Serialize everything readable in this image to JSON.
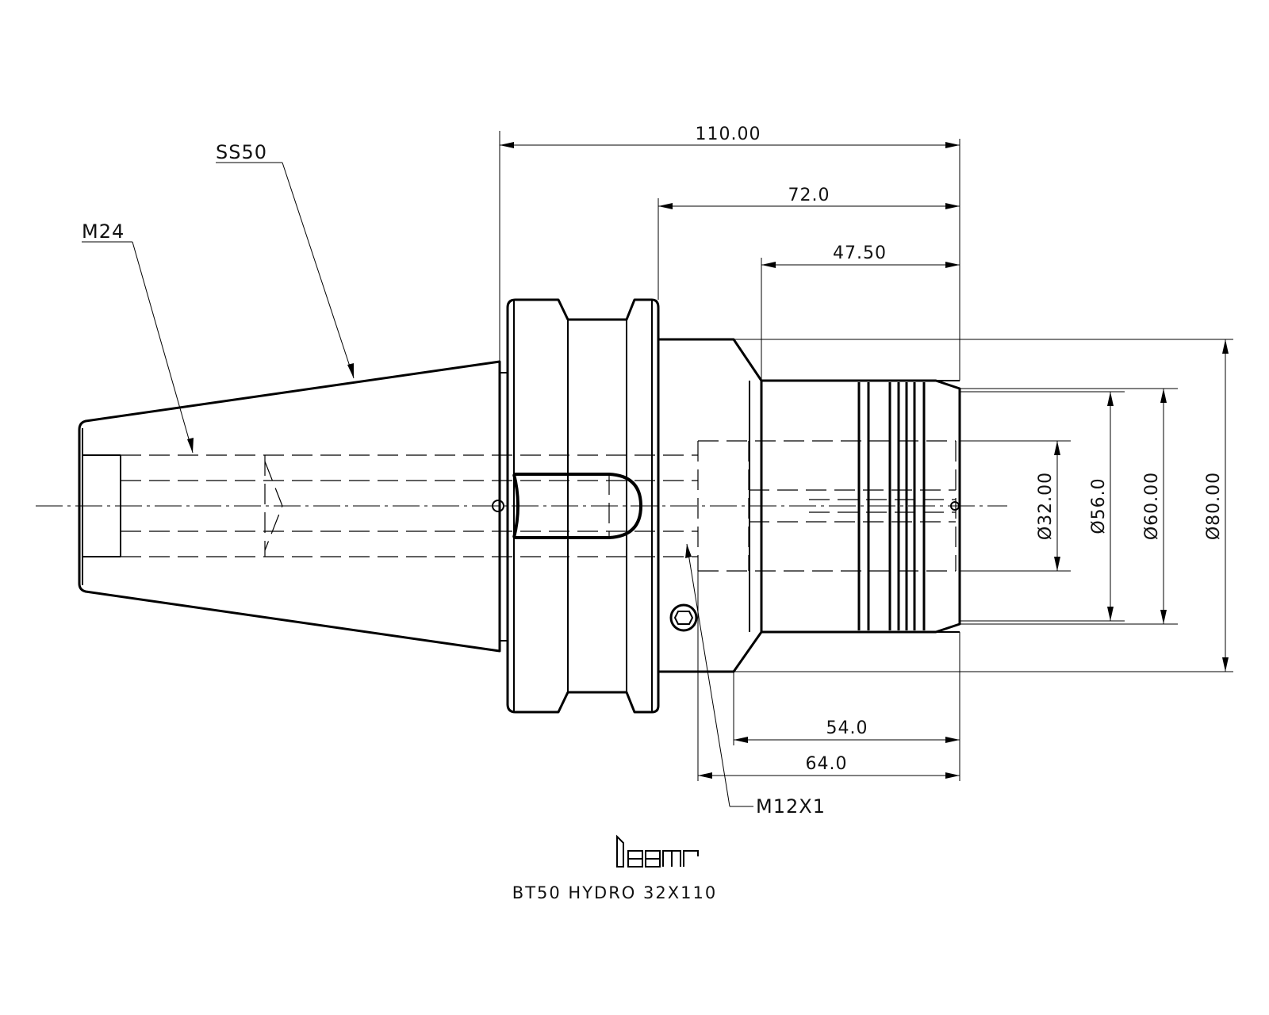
{
  "drawing": {
    "part_title": "BT50  HYDRO  32X110",
    "brand_logo_text": "iscar"
  },
  "callouts": {
    "taper": "SS50",
    "thread_rear": "M24",
    "thread_screw": "M12X1"
  },
  "dimensions": {
    "overall_length": "110.00",
    "length_72": "72.0",
    "length_47": "47.50",
    "length_54": "54.0",
    "length_64": "64.0",
    "dia_bore": "Ø32.00",
    "dia_56": "Ø56.0",
    "dia_60": "Ø60.00",
    "dia_80": "Ø80.00"
  },
  "colors": {
    "line": "#000000",
    "background": "#ffffff"
  }
}
